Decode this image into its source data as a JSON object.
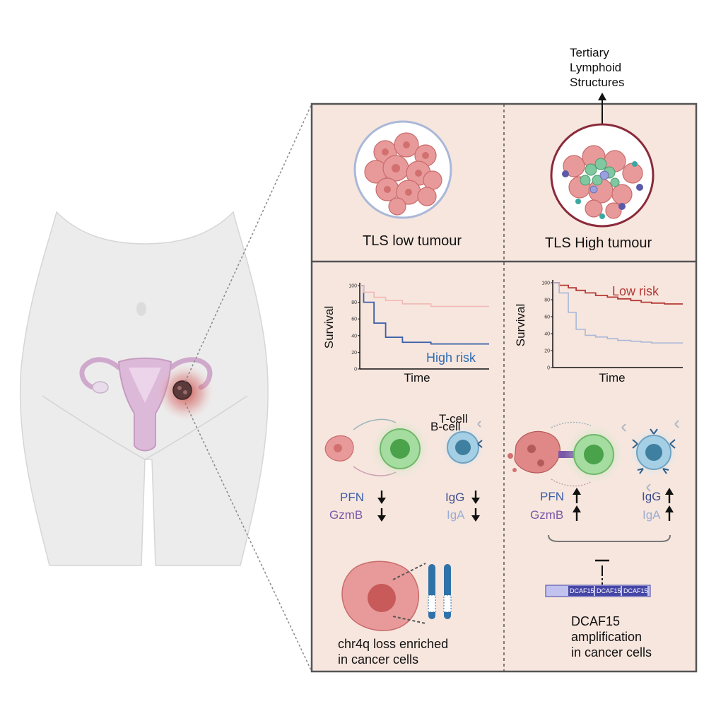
{
  "tls_heading": {
    "line1": "Tertiary",
    "line2": "Lymphoid",
    "line3": "Structures"
  },
  "panels": {
    "low_tumour_label": "TLS low tumour",
    "high_tumour_label": "TLS High tumour"
  },
  "chart_data": [
    {
      "type": "line",
      "ylabel": "Survival",
      "xlabel": "Time",
      "yticks": [
        "100",
        "80",
        "60",
        "40",
        "20",
        "0"
      ],
      "ylim": [
        0,
        100
      ],
      "annotation": "High risk",
      "series": [
        {
          "name": "High risk",
          "color": "#3a5fa8",
          "values": [
            100,
            100,
            80,
            80,
            55,
            55,
            38,
            38,
            32,
            32,
            30,
            30,
            30
          ]
        },
        {
          "color": "#f0b9b4",
          "values": [
            100,
            100,
            92,
            92,
            86,
            86,
            82,
            80,
            78,
            76,
            75,
            75,
            75
          ]
        }
      ],
      "x": [
        0,
        0.03,
        0.03,
        0.11,
        0.11,
        0.2,
        0.2,
        0.33,
        0.33,
        0.55,
        0.55,
        0.8,
        1.0
      ]
    },
    {
      "type": "line",
      "ylabel": "Survival",
      "xlabel": "Time",
      "yticks": [
        "100",
        "80",
        "60",
        "40",
        "20",
        "0"
      ],
      "ylim": [
        0,
        100
      ],
      "annotation": "Low risk",
      "series": [
        {
          "name": "Low risk",
          "color": "#b53a36",
          "values": [
            100,
            97,
            94,
            91,
            88,
            85,
            83,
            81,
            79,
            77,
            76,
            75,
            75
          ]
        },
        {
          "color": "#a9b8d8",
          "values": [
            100,
            88,
            65,
            45,
            38,
            36,
            34,
            32,
            31,
            30,
            29,
            29,
            29
          ]
        }
      ],
      "x": [
        0,
        0.05,
        0.12,
        0.18,
        0.25,
        0.33,
        0.42,
        0.5,
        0.6,
        0.68,
        0.76,
        0.86,
        1.0
      ]
    }
  ],
  "cells": {
    "tcell_label": "T-cell",
    "bcell_label": "B-cell"
  },
  "markers_low": {
    "pfn": "PFN",
    "gzmb": "GzmB",
    "igg": "IgG",
    "iga": "IgA",
    "direction": "down"
  },
  "markers_high": {
    "pfn": "PFN",
    "gzmb": "GzmB",
    "igg": "IgG",
    "iga": "IgA",
    "direction": "up"
  },
  "genomics": {
    "low_caption_line1": "chr4q loss enriched",
    "low_caption_line2": "in cancer cells",
    "gene_segments": [
      "DCAF15",
      "DCAF15",
      "DCAF15"
    ],
    "high_caption_line1": "DCAF15",
    "high_caption_line2": "amplification",
    "high_caption_line3": "in cancer cells"
  },
  "colors": {
    "panel_bg": "#f7e6de",
    "panel_border": "#555555",
    "tumour": "#e58d8d",
    "tcell": "#8fd08f",
    "bcell": "#9fcde4",
    "uterus": "#d9b6d6"
  }
}
